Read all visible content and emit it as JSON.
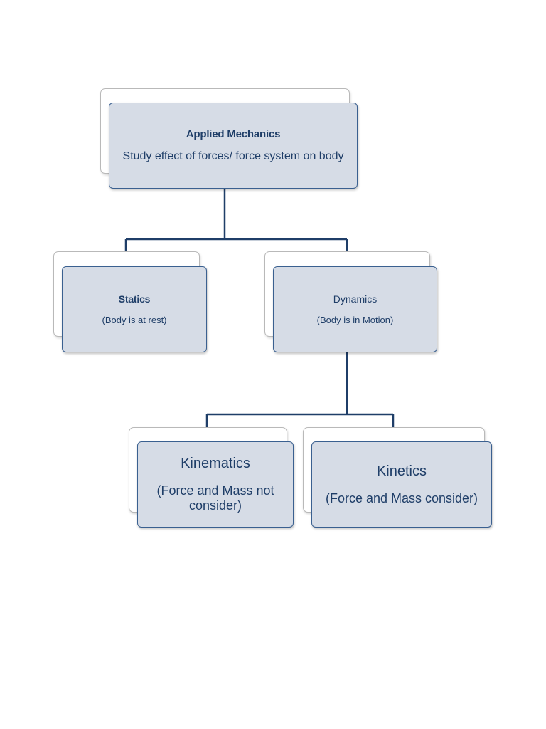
{
  "diagram": {
    "root": {
      "title": "Applied Mechanics",
      "subtitle": "Study effect of forces/ force system on body"
    },
    "statics": {
      "title": "Statics",
      "subtitle": "(Body is at rest)"
    },
    "dynamics": {
      "title": "Dynamics",
      "subtitle": "(Body is in Motion)"
    },
    "kinematics": {
      "title": "Kinematics",
      "subtitle": "(Force and Mass not consider)"
    },
    "kinetics": {
      "title": "Kinetics",
      "subtitle": "(Force and Mass consider)"
    }
  },
  "colors": {
    "node_fill": "#d6dce6",
    "node_border": "#3a6090",
    "connector": "#1f3e68",
    "text": "#1f3e68"
  }
}
